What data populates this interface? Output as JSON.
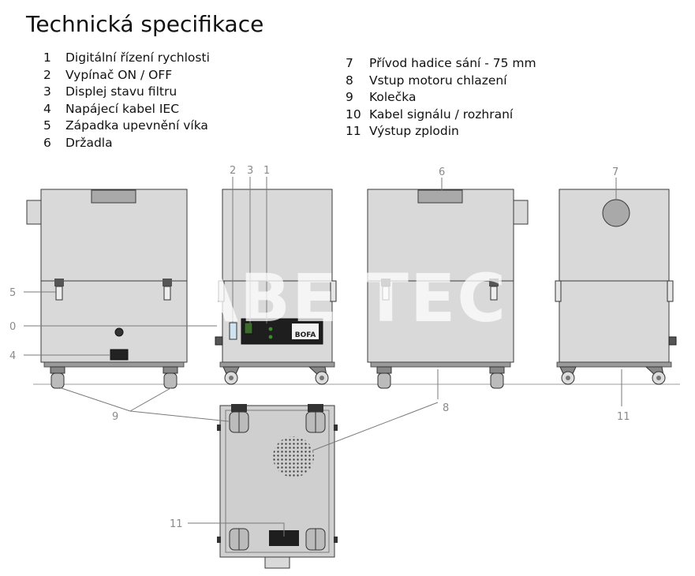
{
  "title": "Technická specifikace",
  "legend_left": [
    {
      "num": "1",
      "text": "Digitální řízení rychlosti"
    },
    {
      "num": "2",
      "text": "Vypínač ON / OFF"
    },
    {
      "num": "3",
      "text": "Displej stavu filtru"
    },
    {
      "num": "4",
      "text": "Napájecí kabel IEC"
    },
    {
      "num": "5",
      "text": "Západka upevnění víka"
    },
    {
      "num": "6",
      "text": "Držadla"
    }
  ],
  "legend_right": [
    {
      "num": "7",
      "text": "Přívod hadice sání - 75 mm"
    },
    {
      "num": "8",
      "text": "Vstup motoru chlazení"
    },
    {
      "num": "9",
      "text": "Kolečka"
    },
    {
      "num": "10",
      "text": "Kabel signálu / rozhraní"
    },
    {
      "num": "11",
      "text": "Výstup zplodin"
    }
  ],
  "callouts": {
    "c5": "5",
    "c0": "0",
    "c4": "4",
    "c9": "9",
    "c2": "2",
    "c3": "3",
    "c1": "1",
    "c6": "6",
    "c7": "7",
    "c8": "8",
    "c11a": "11",
    "c11b": "11"
  },
  "panel_brand": "BOFA",
  "watermark": "ABE TEC",
  "colors": {
    "body": "#d9d9d9",
    "outline": "#3a3a3a",
    "leader": "#7a7a7a",
    "panel": "#1e1e1e",
    "ground": "#bdbdbd"
  }
}
